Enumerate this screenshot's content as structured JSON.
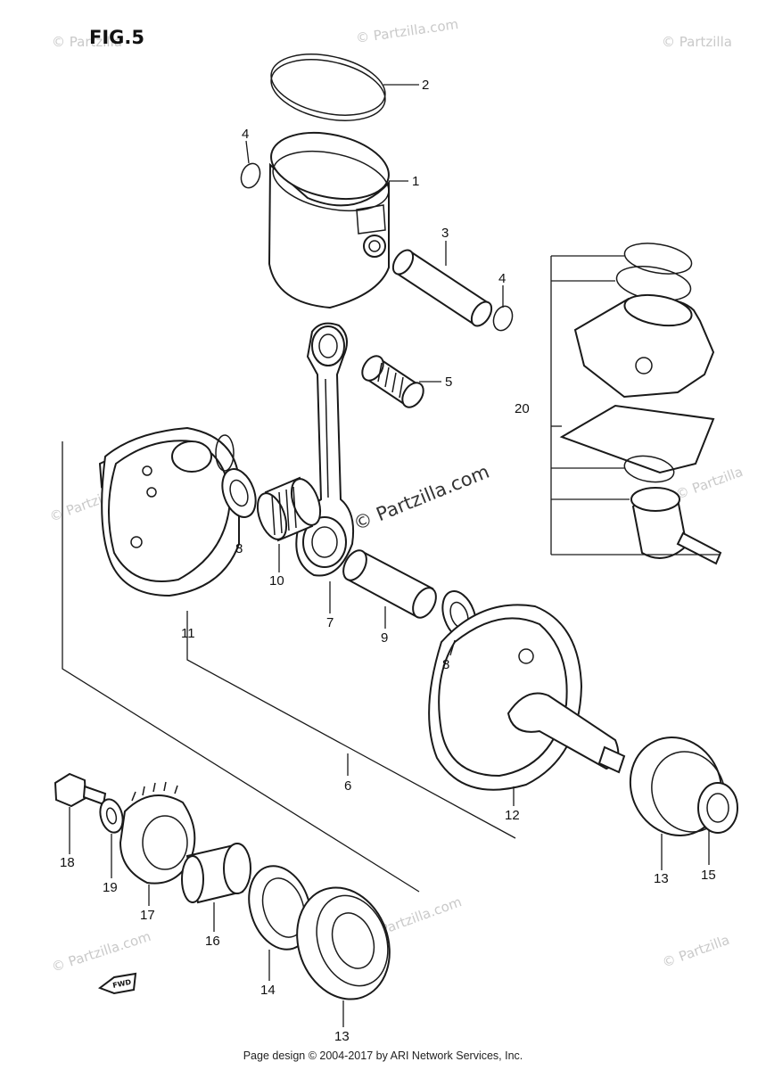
{
  "figure": {
    "title": "FIG.5"
  },
  "watermark": {
    "small_text": "© Partzilla",
    "small_text_alt": "© Partzilla.com",
    "center_text": "© Partzilla.com"
  },
  "callouts": {
    "c1": "1",
    "c2": "2",
    "c3": "3",
    "c4a": "4",
    "c4b": "4",
    "c5": "5",
    "c6": "6",
    "c7": "7",
    "c8a": "8",
    "c8b": "8",
    "c9": "9",
    "c10": "10",
    "c11": "11",
    "c12": "12",
    "c13a": "13",
    "c13b": "13",
    "c14": "14",
    "c15": "15",
    "c16": "16",
    "c17": "17",
    "c18": "18",
    "c19": "19",
    "c20": "20"
  },
  "fwd_label": "FWD",
  "footer": {
    "text": "Page design © 2004-2017 by ARI Network Services, Inc."
  }
}
